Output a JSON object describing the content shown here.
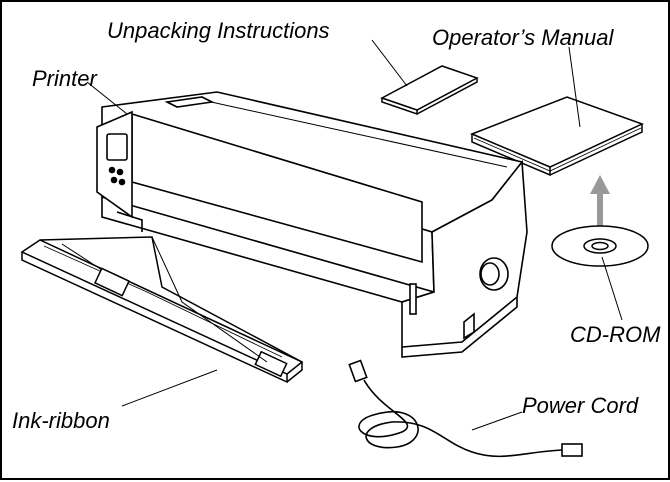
{
  "labels": {
    "unpacking": "Unpacking Instructions",
    "manual": "Operator’s Manual",
    "printer": "Printer",
    "cdrom": "CD-ROM",
    "power_cord": "Power Cord",
    "ink_ribbon": "Ink-ribbon"
  },
  "icons": [
    "printer-illustration",
    "ribbon-illustration",
    "cd-icon",
    "manual-book-icon",
    "instruction-sheet-icon",
    "power-cord-illustration",
    "arrow-up-icon"
  ]
}
